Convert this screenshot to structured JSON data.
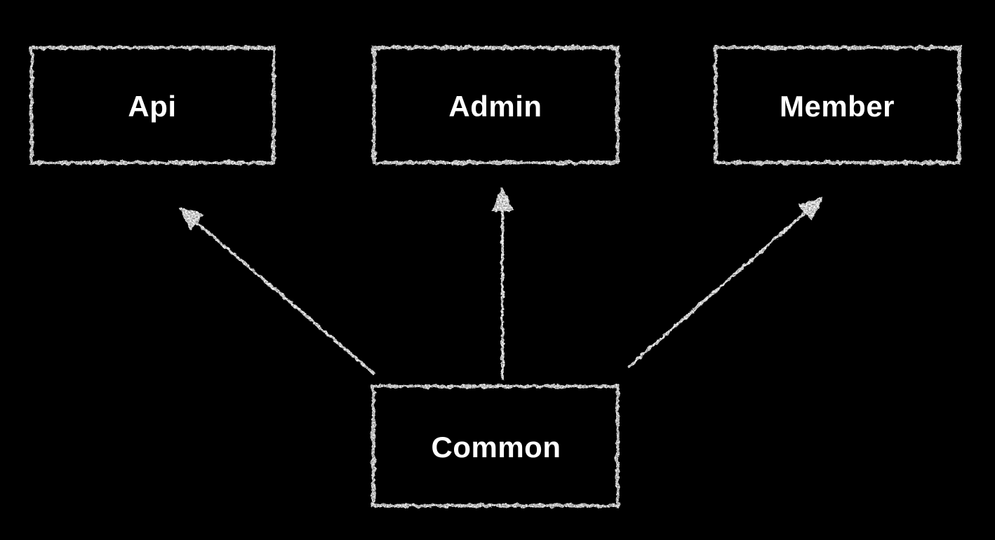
{
  "diagram": {
    "background_color": "#000000",
    "stroke_color": "#ffffff",
    "text_color": "#ffffff",
    "style": "hand-drawn-chalk",
    "nodes": {
      "api": {
        "label": "Api"
      },
      "admin": {
        "label": "Admin"
      },
      "member": {
        "label": "Member"
      },
      "common": {
        "label": "Common"
      }
    },
    "edges": [
      {
        "from": "Common",
        "to": "Api",
        "arrowhead": "filled-triangle"
      },
      {
        "from": "Common",
        "to": "Admin",
        "arrowhead": "filled-triangle"
      },
      {
        "from": "Common",
        "to": "Member",
        "arrowhead": "filled-triangle"
      }
    ]
  }
}
